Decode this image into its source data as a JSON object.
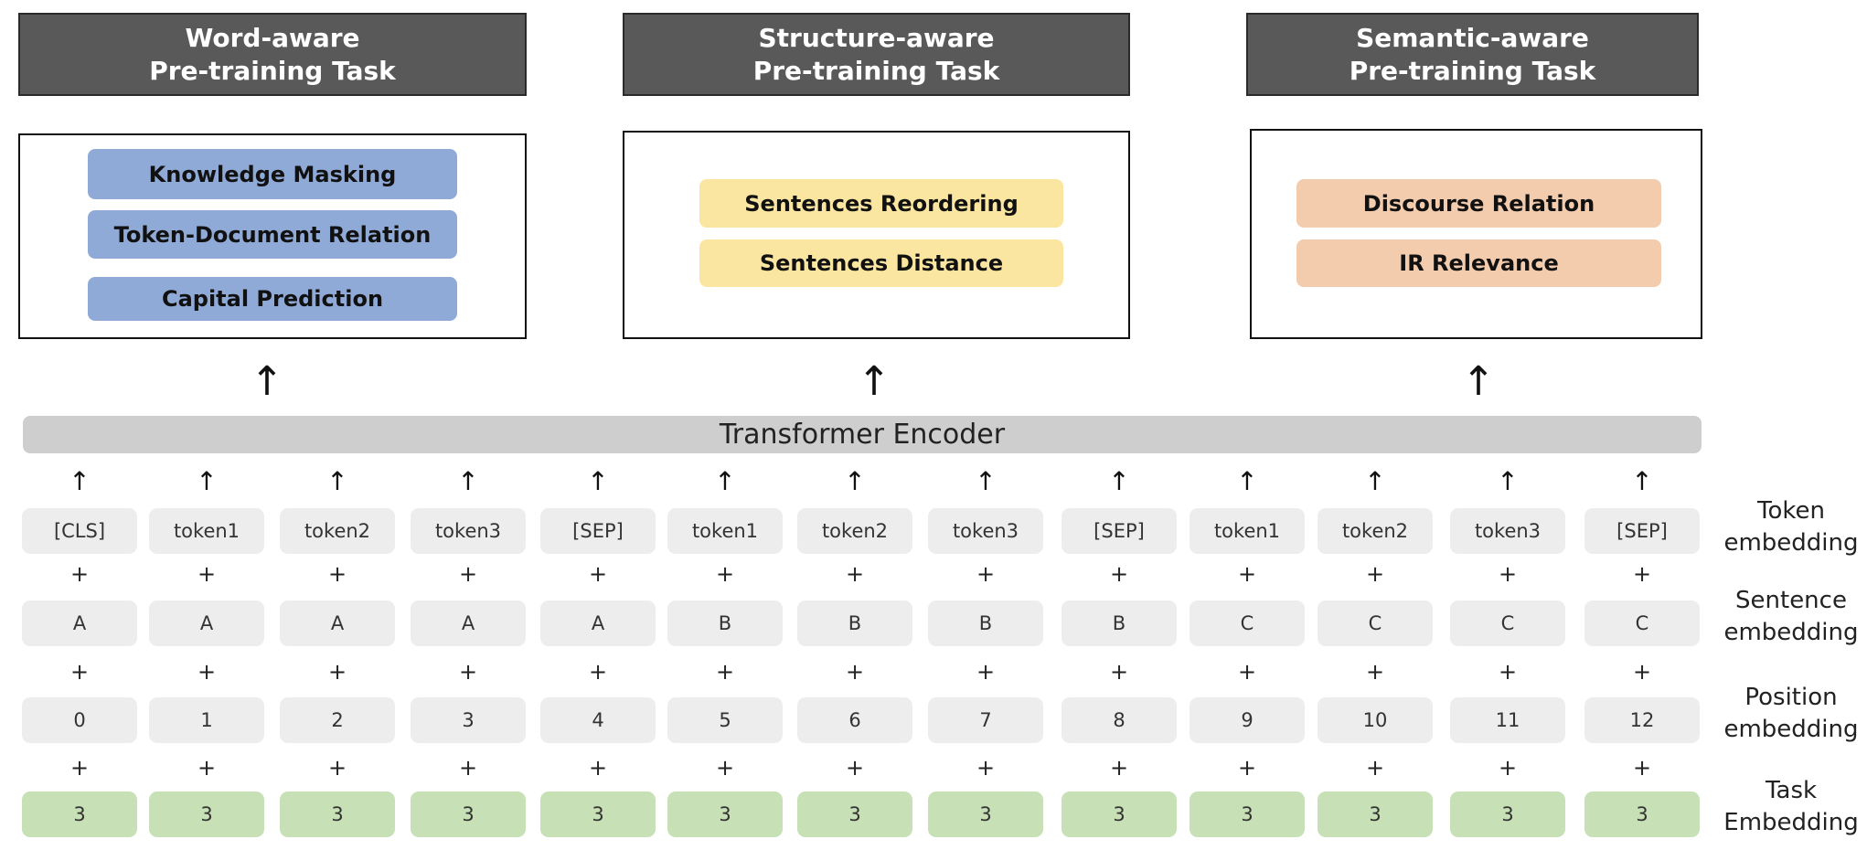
{
  "tasks": [
    {
      "title1": "Word-aware",
      "title2": "Pre-training Task",
      "items": [
        "Knowledge Masking",
        "Token-Document Relation",
        "Capital Prediction"
      ]
    },
    {
      "title1": "Structure-aware",
      "title2": "Pre-training Task",
      "items": [
        "Sentences Reordering",
        "Sentences Distance"
      ]
    },
    {
      "title1": "Semantic-aware",
      "title2": "Pre-training Task",
      "items": [
        "Discourse Relation",
        "IR Relevance"
      ]
    }
  ],
  "encoder_label": "Transformer Encoder",
  "arrow_glyph": "↑",
  "plus_glyph": "+",
  "token_row": [
    "[CLS]",
    "token1",
    "token2",
    "token3",
    "[SEP]",
    "token1",
    "token2",
    "token3",
    "[SEP]",
    "token1",
    "token2",
    "token3",
    "[SEP]"
  ],
  "sentence_row": [
    "A",
    "A",
    "A",
    "A",
    "A",
    "B",
    "B",
    "B",
    "B",
    "C",
    "C",
    "C",
    "C"
  ],
  "position_row": [
    "0",
    "1",
    "2",
    "3",
    "4",
    "5",
    "6",
    "7",
    "8",
    "9",
    "10",
    "11",
    "12"
  ],
  "task_row": [
    "3",
    "3",
    "3",
    "3",
    "3",
    "3",
    "3",
    "3",
    "3",
    "3",
    "3",
    "3",
    "3"
  ],
  "row_labels": [
    {
      "line1": "Token",
      "line2": "embedding"
    },
    {
      "line1": "Sentence",
      "line2": "embedding"
    },
    {
      "line1": "Position",
      "line2": "embedding"
    },
    {
      "line1": "Task",
      "line2": "Embedding"
    }
  ],
  "colors": {
    "header_bg": "#595959",
    "word_pill": "#90aad8",
    "structure_pill": "#fbe6a1",
    "semantic_pill": "#f3ccae",
    "encoder_bg": "#cfcecf",
    "cell_gray": "#ededee",
    "cell_green": "#c7e0b5"
  }
}
